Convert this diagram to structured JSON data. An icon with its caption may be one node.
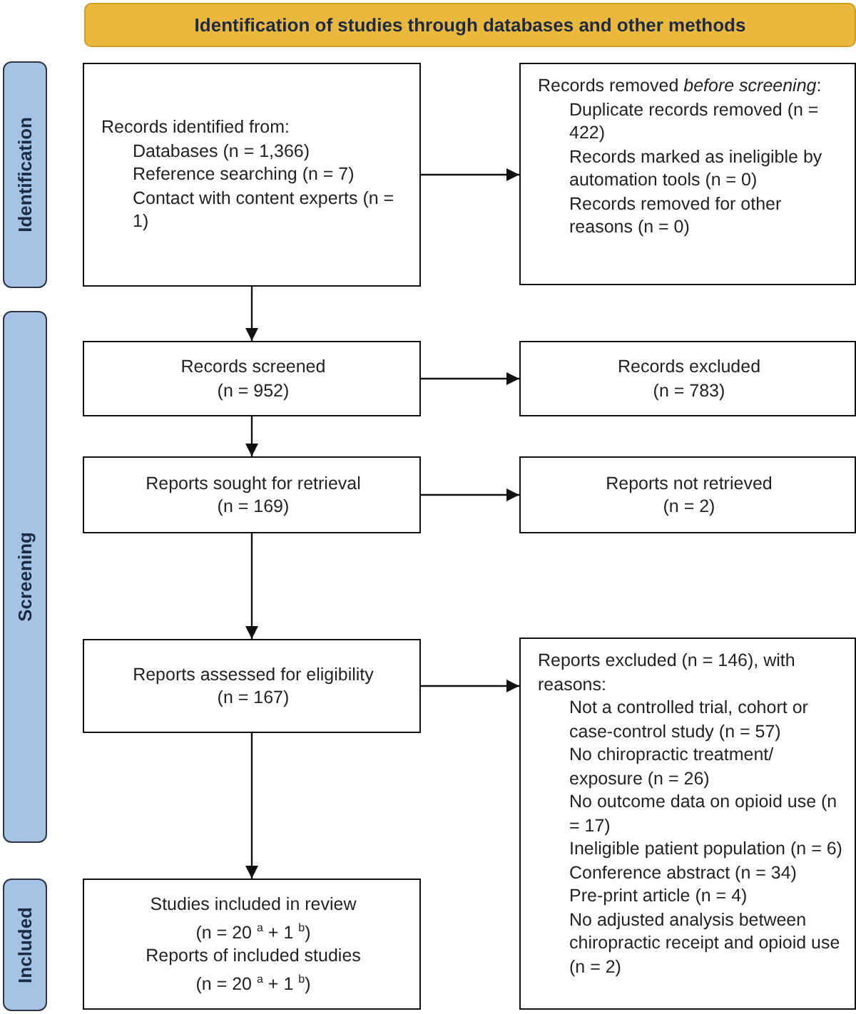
{
  "diagram": {
    "nodes": [
      {
        "text": [
          "Identification of studies through databases and other methods"
        ]
      },
      {
        "text": [
          "Identification"
        ]
      },
      {
        "text": [
          "Screening"
        ]
      },
      {
        "text": [
          "Included"
        ]
      },
      {
        "text": [
          "Records identified from:",
          "Databases (n = 1,366)",
          "Reference searching (n = 7)",
          "Contact with content experts (n = 1)"
        ]
      },
      {
        "text": [
          "Records removed *before screening*:",
          "Duplicate records removed (n = 422)",
          "Records marked as ineligible by automation tools (n = 0)",
          "Records removed for other reasons (n = 0)"
        ]
      },
      {
        "text": [
          "Records screened",
          "(n = 952)"
        ]
      },
      {
        "text": [
          "Records excluded",
          "(n = 783)"
        ]
      },
      {
        "text": [
          "Reports sought for retrieval",
          "(n = 169)"
        ]
      },
      {
        "text": [
          "Reports not retrieved",
          "(n = 2)"
        ]
      },
      {
        "text": [
          "Reports assessed for eligibility",
          "(n = 167)"
        ]
      },
      {
        "text": [
          "Reports excluded (n = 146), with reasons:",
          "Not a controlled trial, cohort or case-control study (n = 57)",
          "No chiropractic treatment/ exposure (n = 26)",
          "No outcome data on opioid use (n = 17)",
          "Ineligible patient population (n = 6)",
          "Conference abstract (n = 34)",
          "Pre-print article (n = 4)",
          "No adjusted analysis between chiropractic receipt and opioid use (n = 2)"
        ]
      },
      {
        "text": [
          "Studies included in review",
          "(n = 20 $^{a}$ + 1 $^{b}$)",
          "Reports of included studies",
          "(n = 20 $^{a}$ + 1 $^{b}$)"
        ]
      }
    ],
    "edges": [
      {
        "from": 4,
        "to": 5,
        "arrow": "to"
      },
      {
        "from": 4,
        "to": 6,
        "arrow": "to"
      },
      {
        "from": 6,
        "to": 7,
        "arrow": "to"
      },
      {
        "from": 6,
        "to": 8,
        "arrow": "to"
      },
      {
        "from": 8,
        "to": 9,
        "arrow": "to"
      },
      {
        "from": 8,
        "to": 10,
        "arrow": "to"
      },
      {
        "from": 10,
        "to": 11,
        "arrow": "to"
      },
      {
        "from": 10,
        "to": 12,
        "arrow": "to"
      }
    ]
  }
}
